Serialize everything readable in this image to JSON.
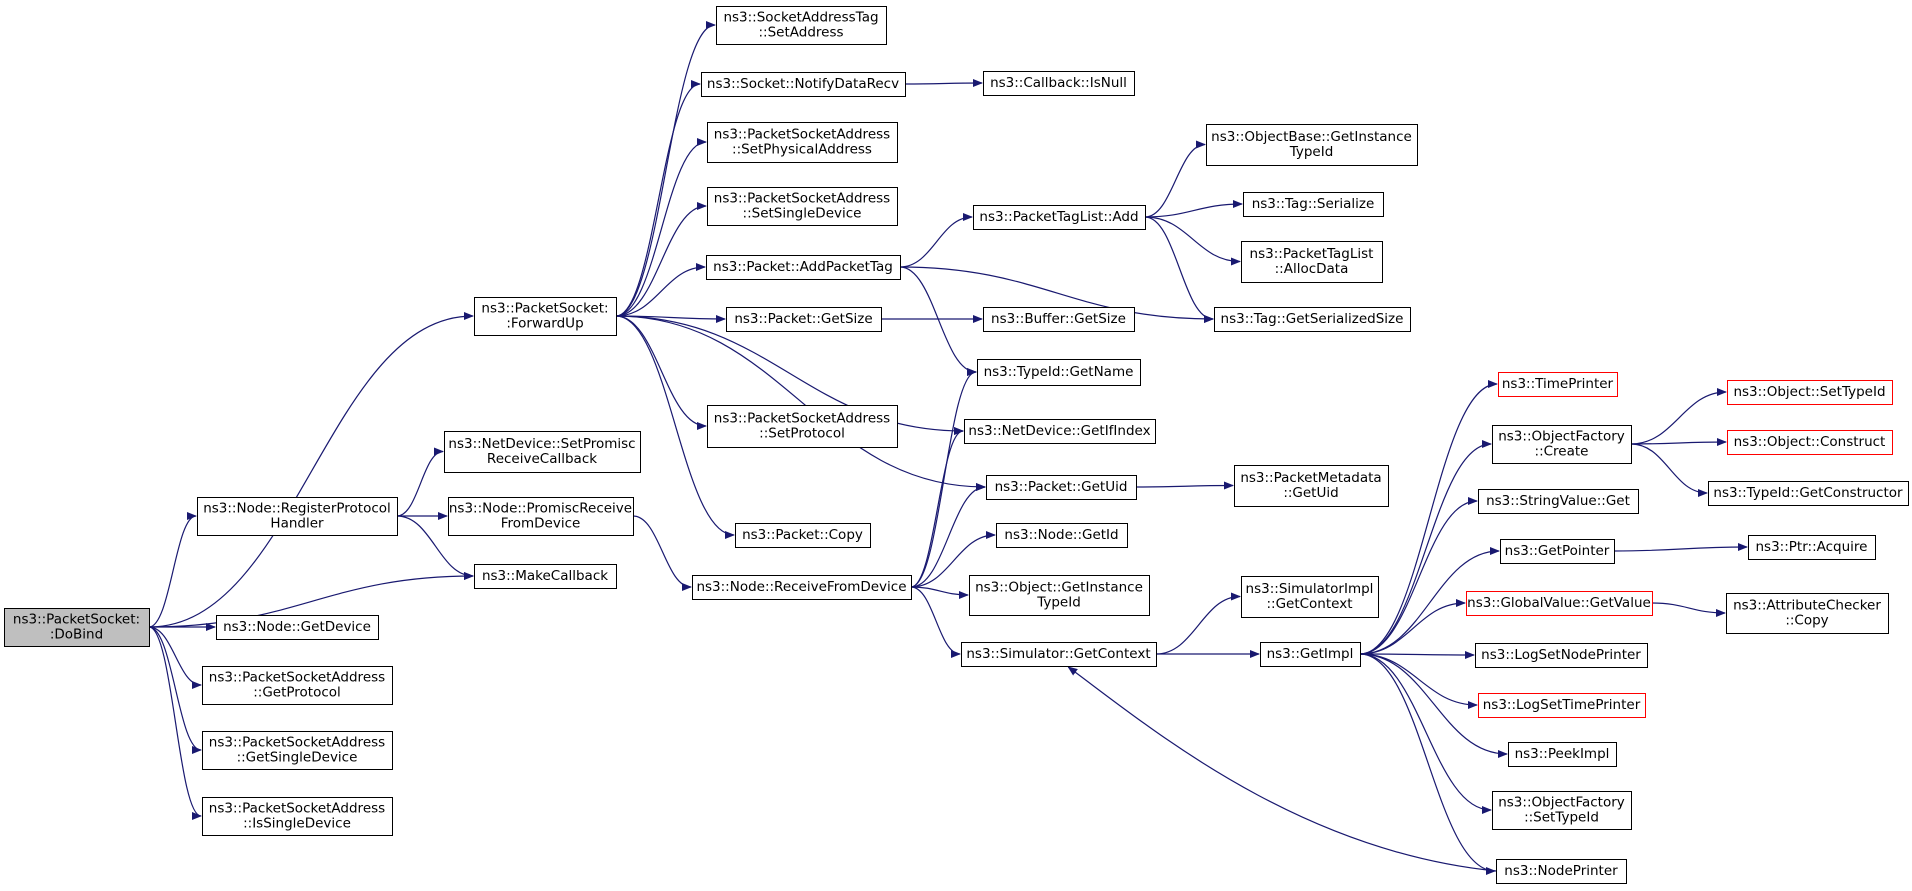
{
  "nodes": {
    "dobind": {
      "lines": [
        "ns3::PacketSocket:",
        ":DoBind"
      ],
      "style": "root"
    },
    "forwardup": {
      "lines": [
        "ns3::PacketSocket:",
        ":ForwardUp"
      ]
    },
    "registerprotocolhandler": {
      "lines": [
        "ns3::Node::RegisterProtocol",
        "Handler"
      ]
    },
    "makecallback": {
      "lines": [
        "ns3::MakeCallback"
      ]
    },
    "getdevice": {
      "lines": [
        "ns3::Node::GetDevice"
      ]
    },
    "psa_getprotocol": {
      "lines": [
        "ns3::PacketSocketAddress",
        "::GetProtocol"
      ]
    },
    "psa_getsingledevice": {
      "lines": [
        "ns3::PacketSocketAddress",
        "::GetSingleDevice"
      ]
    },
    "psa_issingledevice": {
      "lines": [
        "ns3::PacketSocketAddress",
        "::IsSingleDevice"
      ]
    },
    "socketaddresstag_setaddress": {
      "lines": [
        "ns3::SocketAddressTag",
        "::SetAddress"
      ]
    },
    "notifydatarecv": {
      "lines": [
        "ns3::Socket::NotifyDataRecv"
      ]
    },
    "psa_setphysicaladdress": {
      "lines": [
        "ns3::PacketSocketAddress",
        "::SetPhysicalAddress"
      ]
    },
    "psa_setsingledevice": {
      "lines": [
        "ns3::PacketSocketAddress",
        "::SetSingleDevice"
      ]
    },
    "addpackettag": {
      "lines": [
        "ns3::Packet::AddPacketTag"
      ]
    },
    "packet_getsize": {
      "lines": [
        "ns3::Packet::GetSize"
      ]
    },
    "psa_setprotocol": {
      "lines": [
        "ns3::PacketSocketAddress",
        "::SetProtocol"
      ]
    },
    "setpromiscreceivecallback": {
      "lines": [
        "ns3::NetDevice::SetPromisc",
        "ReceiveCallback"
      ]
    },
    "promiscreceivefromdevice": {
      "lines": [
        "ns3::Node::PromiscReceive",
        "FromDevice"
      ]
    },
    "packet_copy": {
      "lines": [
        "ns3::Packet::Copy"
      ]
    },
    "receivefromdevice": {
      "lines": [
        "ns3::Node::ReceiveFromDevice"
      ]
    },
    "callback_isnull": {
      "lines": [
        "ns3::Callback::IsNull"
      ]
    },
    "packettaglist_add": {
      "lines": [
        "ns3::PacketTagList::Add"
      ]
    },
    "buffer_getsize": {
      "lines": [
        "ns3::Buffer::GetSize"
      ]
    },
    "typeid_getname": {
      "lines": [
        "ns3::TypeId::GetName"
      ]
    },
    "netdevice_getifindex": {
      "lines": [
        "ns3::NetDevice::GetIfIndex"
      ]
    },
    "packet_getuid": {
      "lines": [
        "ns3::Packet::GetUid"
      ]
    },
    "node_getid": {
      "lines": [
        "ns3::Node::GetId"
      ]
    },
    "object_getinstancetypeid": {
      "lines": [
        "ns3::Object::GetInstance",
        "TypeId"
      ]
    },
    "simulator_getcontext": {
      "lines": [
        "ns3::Simulator::GetContext"
      ]
    },
    "objectbase_getinstancetypeid": {
      "lines": [
        "ns3::ObjectBase::GetInstance",
        "TypeId"
      ]
    },
    "tag_serialize": {
      "lines": [
        "ns3::Tag::Serialize"
      ]
    },
    "packettaglist_allocdata": {
      "lines": [
        "ns3::PacketTagList",
        "::AllocData"
      ]
    },
    "tag_getserializedsize": {
      "lines": [
        "ns3::Tag::GetSerializedSize"
      ]
    },
    "packetmetadata_getuid": {
      "lines": [
        "ns3::PacketMetadata",
        "::GetUid"
      ]
    },
    "simulatorimpl_getcontext": {
      "lines": [
        "ns3::SimulatorImpl",
        "::GetContext"
      ]
    },
    "getimpl": {
      "lines": [
        "ns3::GetImpl"
      ]
    },
    "timeprinter": {
      "lines": [
        "ns3::TimePrinter"
      ],
      "style": "red"
    },
    "objectfactory_create": {
      "lines": [
        "ns3::ObjectFactory",
        "::Create"
      ]
    },
    "stringvalue_get": {
      "lines": [
        "ns3::StringValue::Get"
      ]
    },
    "getpointer": {
      "lines": [
        "ns3::GetPointer"
      ]
    },
    "globalvalue_getvalue": {
      "lines": [
        "ns3::GlobalValue::GetValue"
      ],
      "style": "red"
    },
    "logsetnodeprinter": {
      "lines": [
        "ns3::LogSetNodePrinter"
      ]
    },
    "logsettimeprinter": {
      "lines": [
        "ns3::LogSetTimePrinter"
      ],
      "style": "red"
    },
    "peekimpl": {
      "lines": [
        "ns3::PeekImpl"
      ]
    },
    "objectfactory_settypeid": {
      "lines": [
        "ns3::ObjectFactory",
        "::SetTypeId"
      ]
    },
    "nodeprinter": {
      "lines": [
        "ns3::NodePrinter"
      ]
    },
    "object_settypeid": {
      "lines": [
        "ns3::Object::SetTypeId"
      ],
      "style": "red"
    },
    "object_construct": {
      "lines": [
        "ns3::Object::Construct"
      ],
      "style": "red"
    },
    "typeid_getconstructor": {
      "lines": [
        "ns3::TypeId::GetConstructor"
      ]
    },
    "ptr_acquire": {
      "lines": [
        "ns3::Ptr::Acquire"
      ]
    },
    "attributechecker_copy": {
      "lines": [
        "ns3::AttributeChecker",
        "::Copy"
      ]
    }
  },
  "edges": [
    [
      "dobind",
      "forwardup"
    ],
    [
      "dobind",
      "registerprotocolhandler"
    ],
    [
      "dobind",
      "makecallback"
    ],
    [
      "dobind",
      "getdevice"
    ],
    [
      "dobind",
      "psa_getprotocol"
    ],
    [
      "dobind",
      "psa_getsingledevice"
    ],
    [
      "dobind",
      "psa_issingledevice"
    ],
    [
      "forwardup",
      "socketaddresstag_setaddress"
    ],
    [
      "forwardup",
      "notifydatarecv"
    ],
    [
      "forwardup",
      "psa_setphysicaladdress"
    ],
    [
      "forwardup",
      "psa_setsingledevice"
    ],
    [
      "forwardup",
      "addpackettag"
    ],
    [
      "forwardup",
      "packet_getsize"
    ],
    [
      "forwardup",
      "netdevice_getifindex"
    ],
    [
      "forwardup",
      "psa_setprotocol"
    ],
    [
      "forwardup",
      "packet_getuid"
    ],
    [
      "forwardup",
      "packet_copy"
    ],
    [
      "registerprotocolhandler",
      "setpromiscreceivecallback"
    ],
    [
      "registerprotocolhandler",
      "promiscreceivefromdevice"
    ],
    [
      "registerprotocolhandler",
      "makecallback"
    ],
    [
      "promiscreceivefromdevice",
      "receivefromdevice"
    ],
    [
      "notifydatarecv",
      "callback_isnull"
    ],
    [
      "addpackettag",
      "packettaglist_add"
    ],
    [
      "addpackettag",
      "tag_getserializedsize"
    ],
    [
      "addpackettag",
      "typeid_getname"
    ],
    [
      "packettaglist_add",
      "objectbase_getinstancetypeid"
    ],
    [
      "packettaglist_add",
      "tag_serialize"
    ],
    [
      "packettaglist_add",
      "packettaglist_allocdata"
    ],
    [
      "packettaglist_add",
      "tag_getserializedsize"
    ],
    [
      "packet_getsize",
      "buffer_getsize"
    ],
    [
      "receivefromdevice",
      "typeid_getname"
    ],
    [
      "receivefromdevice",
      "netdevice_getifindex"
    ],
    [
      "receivefromdevice",
      "packet_getuid"
    ],
    [
      "receivefromdevice",
      "node_getid"
    ],
    [
      "receivefromdevice",
      "object_getinstancetypeid"
    ],
    [
      "receivefromdevice",
      "simulator_getcontext"
    ],
    [
      "packet_getuid",
      "packetmetadata_getuid"
    ],
    [
      "simulator_getcontext",
      "simulatorimpl_getcontext"
    ],
    [
      "simulator_getcontext",
      "getimpl"
    ],
    [
      "getimpl",
      "timeprinter"
    ],
    [
      "getimpl",
      "objectfactory_create"
    ],
    [
      "getimpl",
      "stringvalue_get"
    ],
    [
      "getimpl",
      "getpointer"
    ],
    [
      "getimpl",
      "globalvalue_getvalue"
    ],
    [
      "getimpl",
      "logsetnodeprinter"
    ],
    [
      "getimpl",
      "logsettimeprinter"
    ],
    [
      "getimpl",
      "peekimpl"
    ],
    [
      "getimpl",
      "objectfactory_settypeid"
    ],
    [
      "getimpl",
      "nodeprinter"
    ],
    [
      "nodeprinter",
      "simulator_getcontext"
    ],
    [
      "objectfactory_create",
      "object_settypeid"
    ],
    [
      "objectfactory_create",
      "object_construct"
    ],
    [
      "objectfactory_create",
      "typeid_getconstructor"
    ],
    [
      "getpointer",
      "ptr_acquire"
    ],
    [
      "globalvalue_getvalue",
      "attributechecker_copy"
    ]
  ]
}
